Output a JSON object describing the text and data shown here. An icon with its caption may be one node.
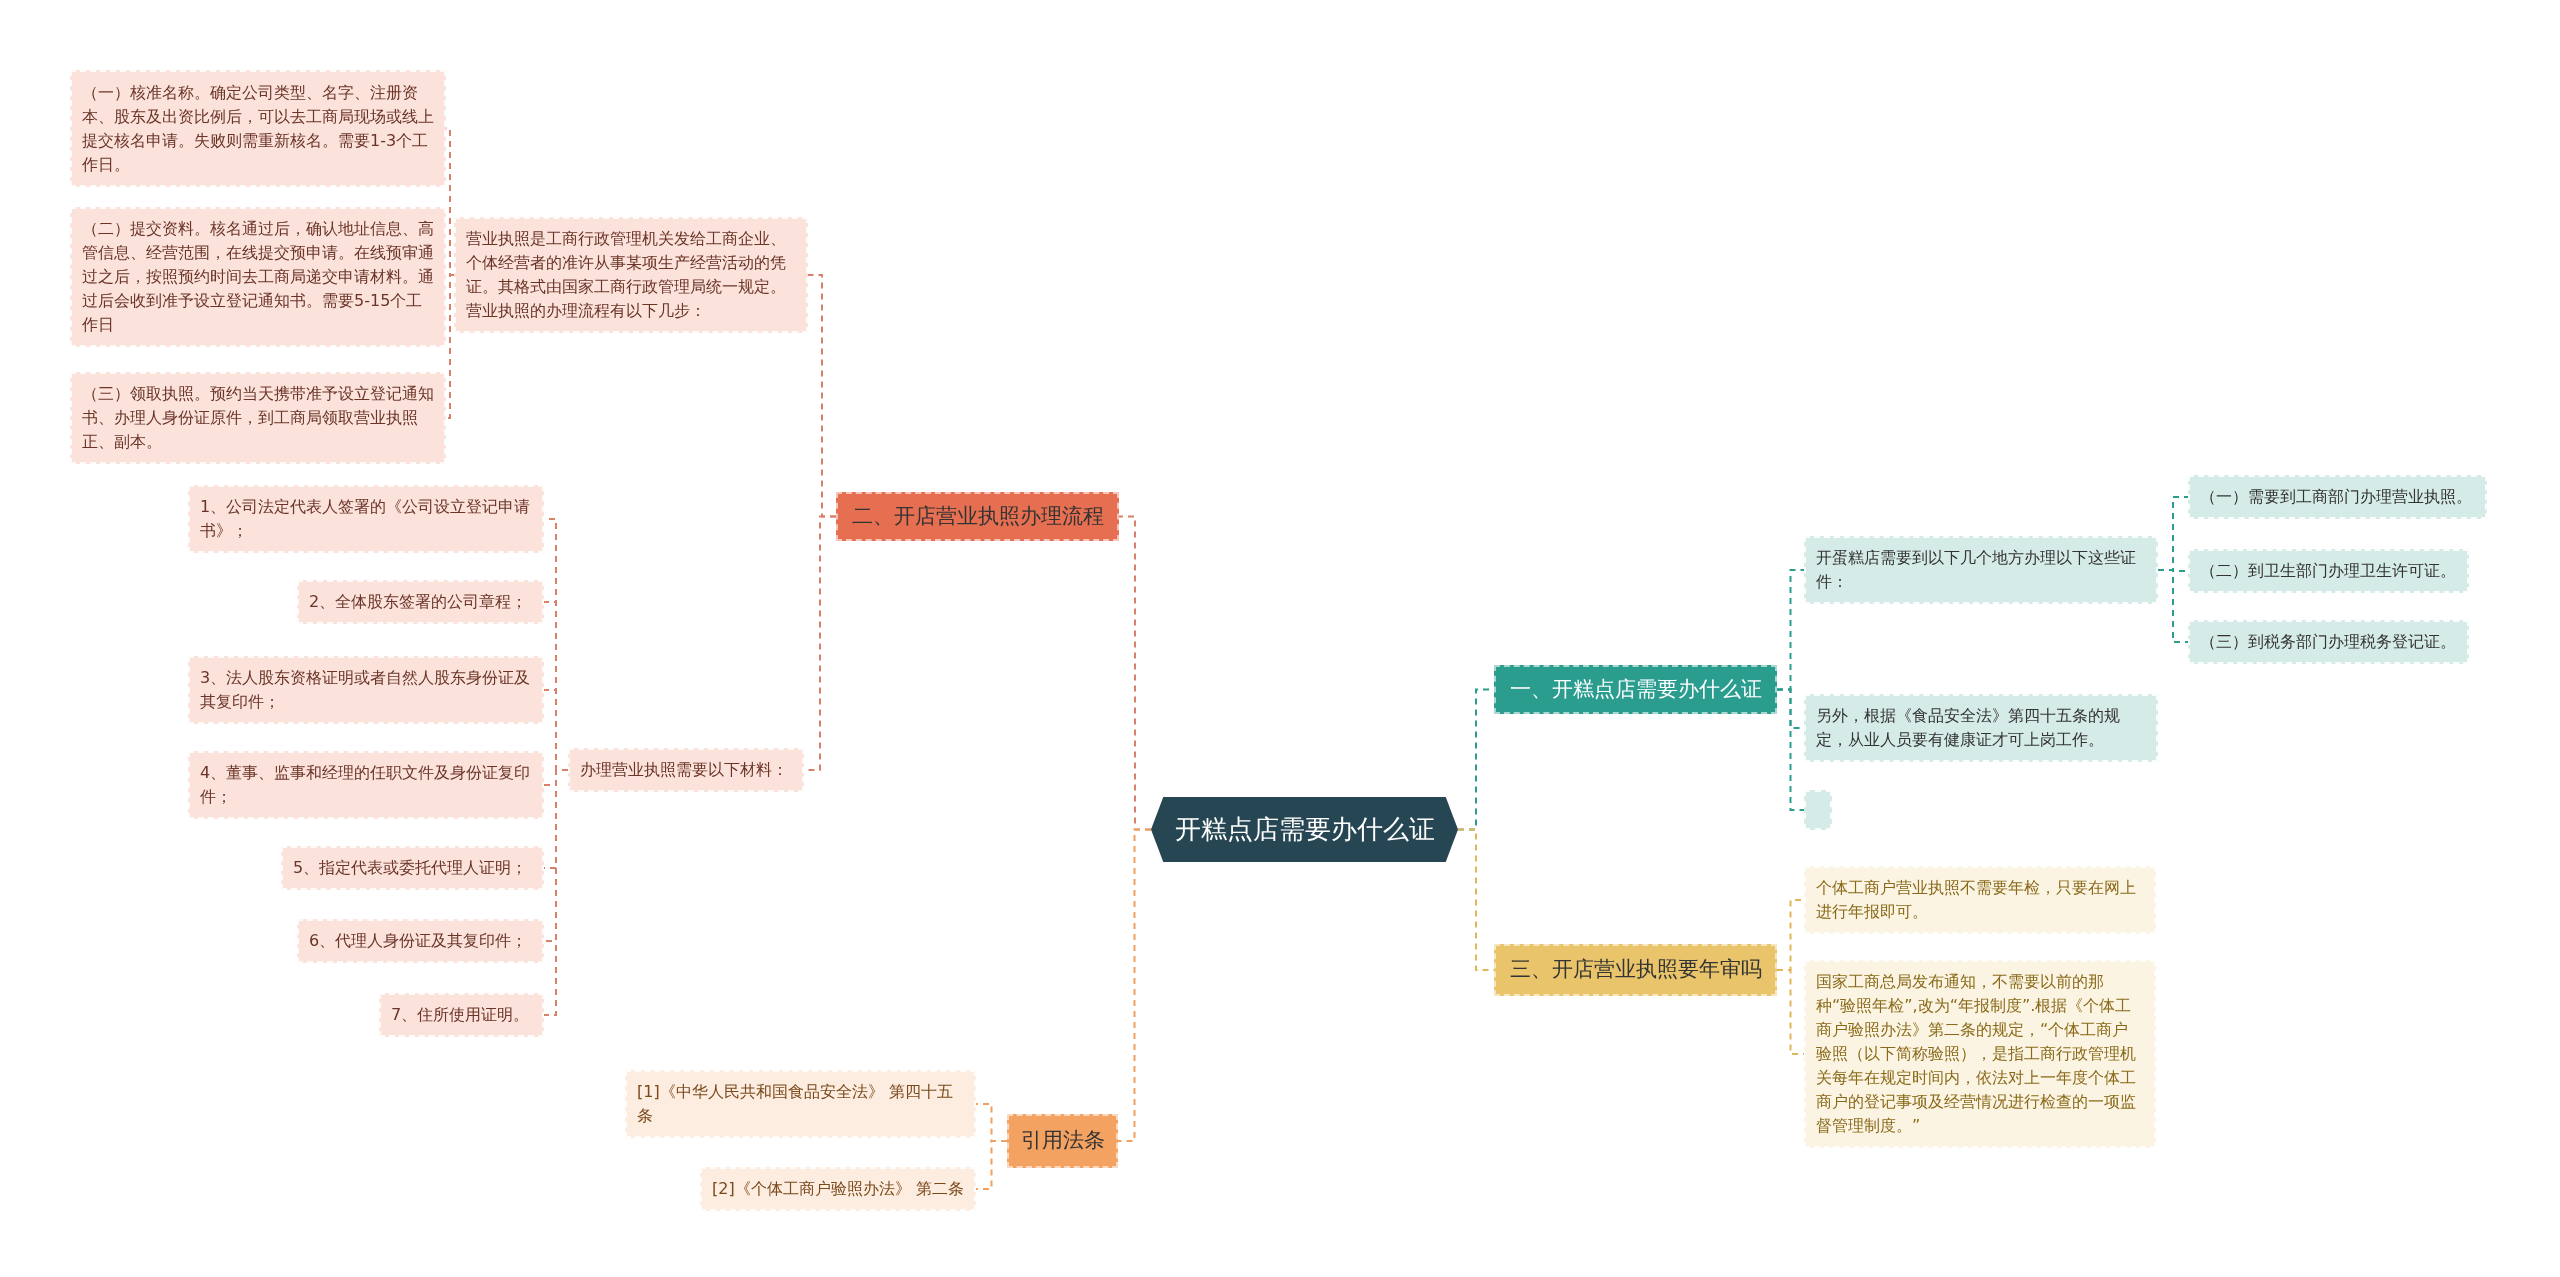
{
  "diagram": {
    "nodes": [
      {
        "text": [
          "开糕点店需要办什么证"
        ]
      },
      {
        "text": [
          "一、开糕点店需要办什么证"
        ]
      },
      {
        "text": [
          "开蛋糕店需要到以下几个地方办理以下这些证件："
        ]
      },
      {
        "text": [
          "（一）需要到工商部门办理营业执照。"
        ]
      },
      {
        "text": [
          "（二）到卫生部门办理卫生许可证。"
        ]
      },
      {
        "text": [
          "（三）到税务部门办理税务登记证。"
        ]
      },
      {
        "text": [
          "另外，根据《食品安全法》第四十五条的规定，从业人员要有健康证才可上岗工作。"
        ]
      },
      {
        "text": [],
        "shape": "box"
      },
      {
        "text": [
          "三、开店营业执照要年审吗"
        ]
      },
      {
        "text": [
          "个体工商户营业执照不需要年检，只要在网上进行年报即可。"
        ]
      },
      {
        "text": [
          "国家工商总局发布通知，不需要以前的那种“验照年检”,改为“年报制度”.根据《个体工商户验照办法》第二条的规定，“个体工商户验照（以下简称验照），是指工商行政管理机关每年在规定时间内，依法对上一年度个体工商户的登记事项及经营情况进行检查的一项监督管理制度。”"
        ]
      },
      {
        "text": [
          "二、开店营业执照办理流程"
        ]
      },
      {
        "text": [
          "营业执照是工商行政管理机关发给工商企业、个体经营者的准许从事某项生产经营活动的凭证。其格式由国家工商行政管理局统一规定。营业执照的办理流程有以下几步："
        ]
      },
      {
        "text": [
          "（一）核准名称。确定公司类型、名字、注册资本、股东及出资比例后，可以去工商局现场或线上提交核名申请。失败则需重新核名。需要1-3个工作日。"
        ]
      },
      {
        "text": [
          "（二）提交资料。核名通过后，确认地址信息、高管信息、经营范围，在线提交预申请。在线预审通过之后，按照预约时间去工商局递交申请材料。通过后会收到准予设立登记通知书。需要5-15个工作日"
        ]
      },
      {
        "text": [
          "（三）领取执照。预约当天携带准予设立登记通知书、办理人身份证原件，到工商局领取营业执照正、副本。"
        ]
      },
      {
        "text": [
          "办理营业执照需要以下材料："
        ]
      },
      {
        "text": [
          "1、公司法定代表人签署的《公司设立登记申请书》；"
        ]
      },
      {
        "text": [
          "2、全体股东签署的公司章程；"
        ]
      },
      {
        "text": [
          "3、法人股东资格证明或者自然人股东身份证及其复印件；"
        ]
      },
      {
        "text": [
          "4、董事、监事和经理的任职文件及身份证复印件；"
        ]
      },
      {
        "text": [
          "5、指定代表或委托代理人证明；"
        ]
      },
      {
        "text": [
          "6、代理人身份证及其复印件；"
        ]
      },
      {
        "text": [
          "7、住所使用证明。"
        ]
      },
      {
        "text": [
          "引用法条"
        ]
      },
      {
        "text": [
          "[1]《中华人民共和国食品安全法》 第四十五条"
        ]
      },
      {
        "text": [
          "[2]《个体工商户验照办法》 第二条"
        ]
      }
    ],
    "edges": [
      {
        "from": 0,
        "to": 1,
        "arrow": "none",
        "color": "#2a9d8f"
      },
      {
        "from": 1,
        "to": 2,
        "arrow": "none",
        "color": "#2a9d8f"
      },
      {
        "from": 2,
        "to": 3,
        "arrow": "none",
        "color": "#2a9d8f"
      },
      {
        "from": 2,
        "to": 4,
        "arrow": "none",
        "color": "#2a9d8f"
      },
      {
        "from": 2,
        "to": 5,
        "arrow": "none",
        "color": "#2a9d8f"
      },
      {
        "from": 1,
        "to": 6,
        "arrow": "none",
        "color": "#2a9d8f"
      },
      {
        "from": 1,
        "to": 7,
        "arrow": "none",
        "color": "#2a9d8f"
      },
      {
        "from": 0,
        "to": 8,
        "arrow": "none",
        "color": "#e2b65a"
      },
      {
        "from": 8,
        "to": 9,
        "arrow": "none",
        "color": "#e2b65a"
      },
      {
        "from": 8,
        "to": 10,
        "arrow": "none",
        "color": "#e2b65a"
      },
      {
        "from": 0,
        "to": 11,
        "arrow": "none"
      },
      {
        "from": 11,
        "to": 12,
        "arrow": "none"
      },
      {
        "from": 12,
        "to": 13,
        "arrow": "none"
      },
      {
        "from": 12,
        "to": 14,
        "arrow": "none"
      },
      {
        "from": 12,
        "to": 15,
        "arrow": "none"
      },
      {
        "from": 11,
        "to": 16,
        "arrow": "none"
      },
      {
        "from": 16,
        "to": 17,
        "arrow": "none"
      },
      {
        "from": 16,
        "to": 18,
        "arrow": "none"
      },
      {
        "from": 16,
        "to": 19,
        "arrow": "none"
      },
      {
        "from": 16,
        "to": 20,
        "arrow": "none"
      },
      {
        "from": 16,
        "to": 21,
        "arrow": "none"
      },
      {
        "from": 16,
        "to": 22,
        "arrow": "none"
      },
      {
        "from": 16,
        "to": 23,
        "arrow": "none"
      },
      {
        "from": 0,
        "to": 24,
        "arrow": "none",
        "color": "#f0a060"
      },
      {
        "from": 24,
        "to": 25,
        "arrow": "none",
        "color": "#f0a060"
      },
      {
        "from": 24,
        "to": 26,
        "arrow": "none",
        "color": "#f0a060"
      }
    ]
  }
}
